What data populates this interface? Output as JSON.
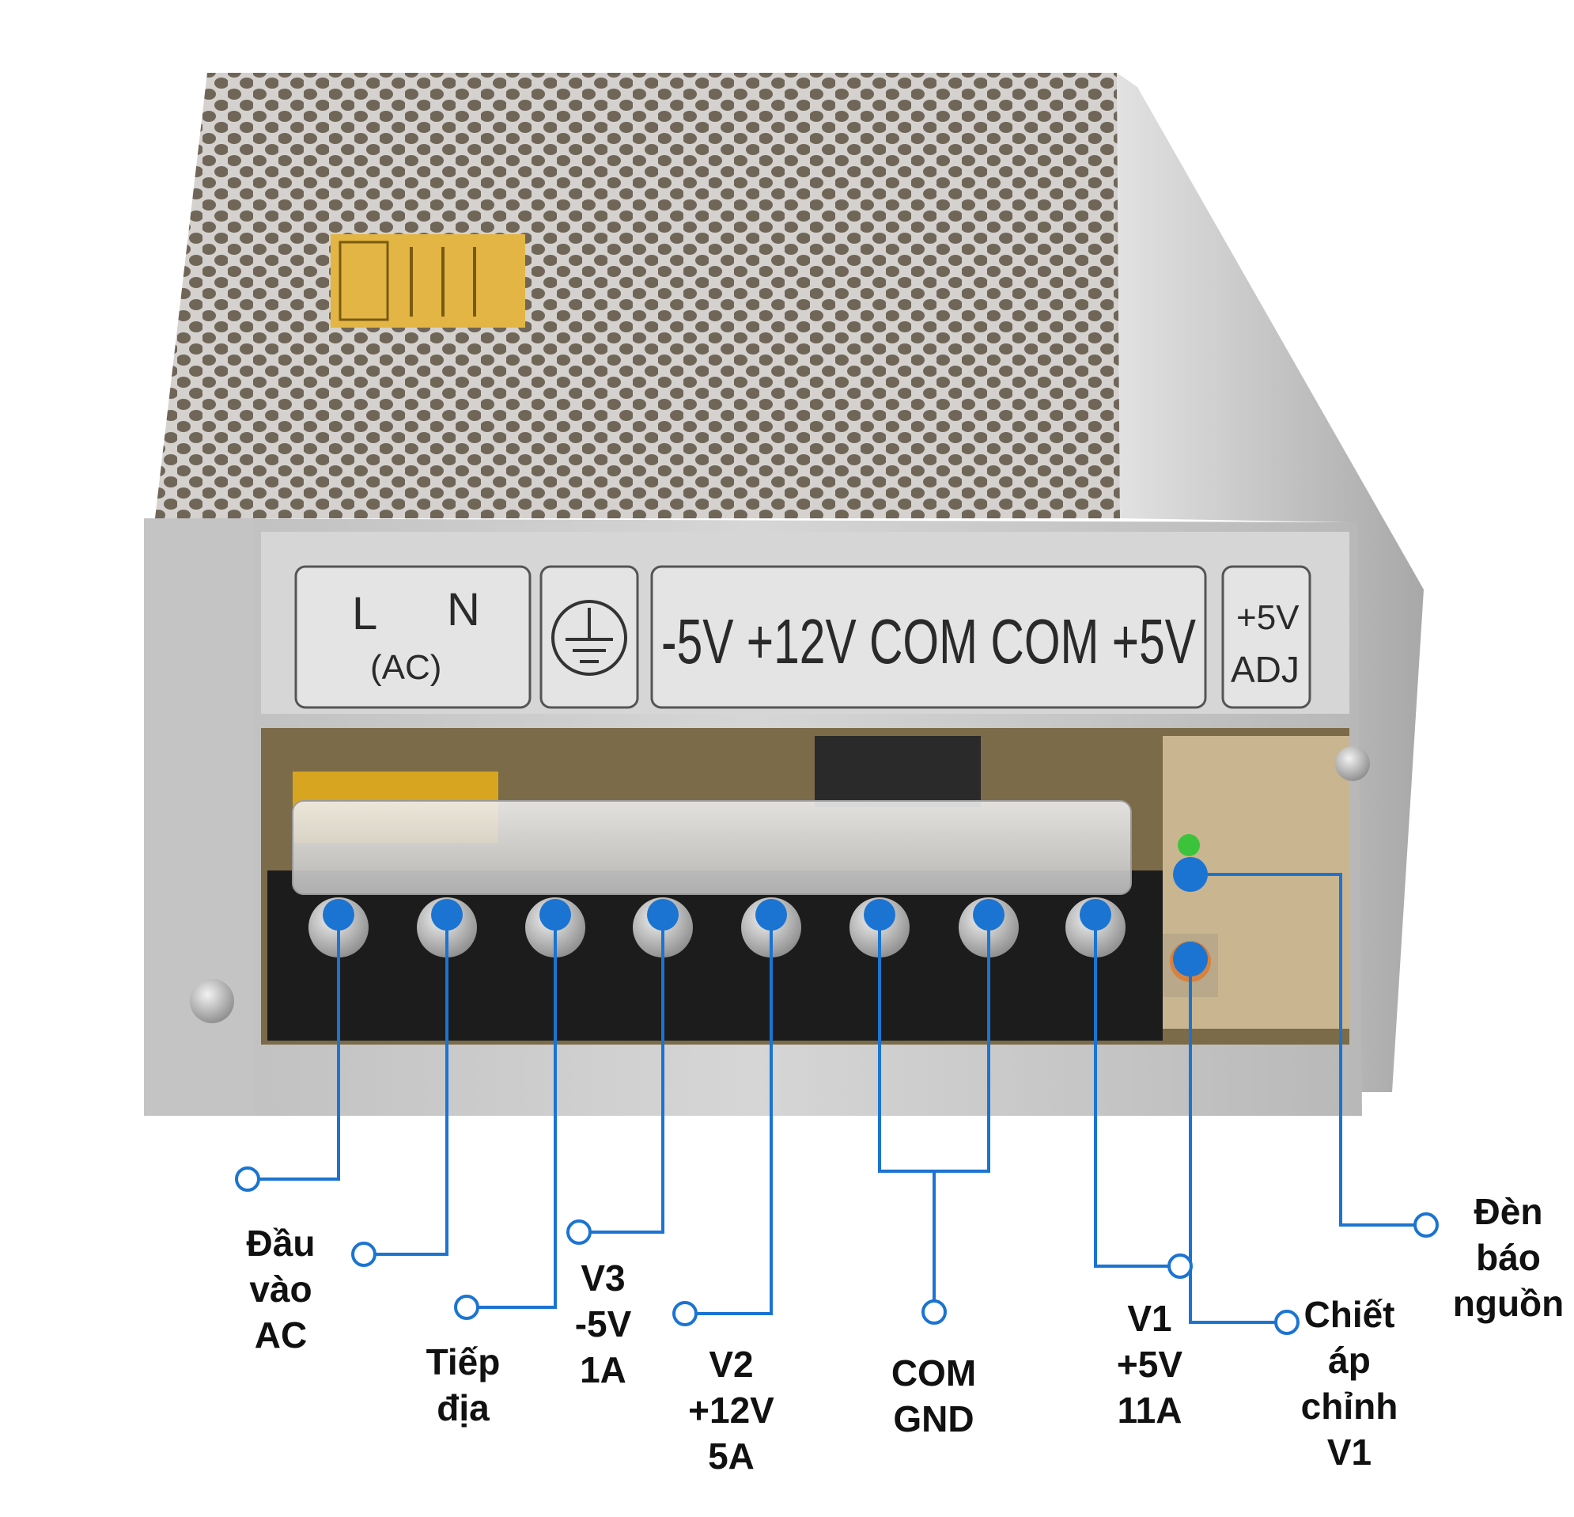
{
  "panel": {
    "ac_l": "L",
    "ac_n": "N",
    "ac_label": "(AC)",
    "outputs": "-5V +12V COM COM +5V",
    "adj_top": "+5V",
    "adj_bottom": "ADJ"
  },
  "icons": {
    "ground": "ground-symbol-icon"
  },
  "colors": {
    "callout": "#1b74d1",
    "label": "#111111",
    "terminal_block": "#1c1c1c",
    "chassis": "#c9c9c9"
  },
  "labels": {
    "ac_input": [
      "Đầu",
      "vào",
      "AC"
    ],
    "ground": [
      "Tiếp",
      "địa"
    ],
    "v3": [
      "V3",
      "-5V",
      "1A"
    ],
    "v2": [
      "V2",
      "+12V",
      "5A"
    ],
    "com": [
      "COM",
      "GND"
    ],
    "v1": [
      "V1",
      "+5V",
      "11A"
    ],
    "trimmer": [
      "Chiết",
      "áp",
      "chỉnh",
      "V1"
    ],
    "led": [
      "Đèn",
      "báo",
      "nguồn"
    ]
  }
}
